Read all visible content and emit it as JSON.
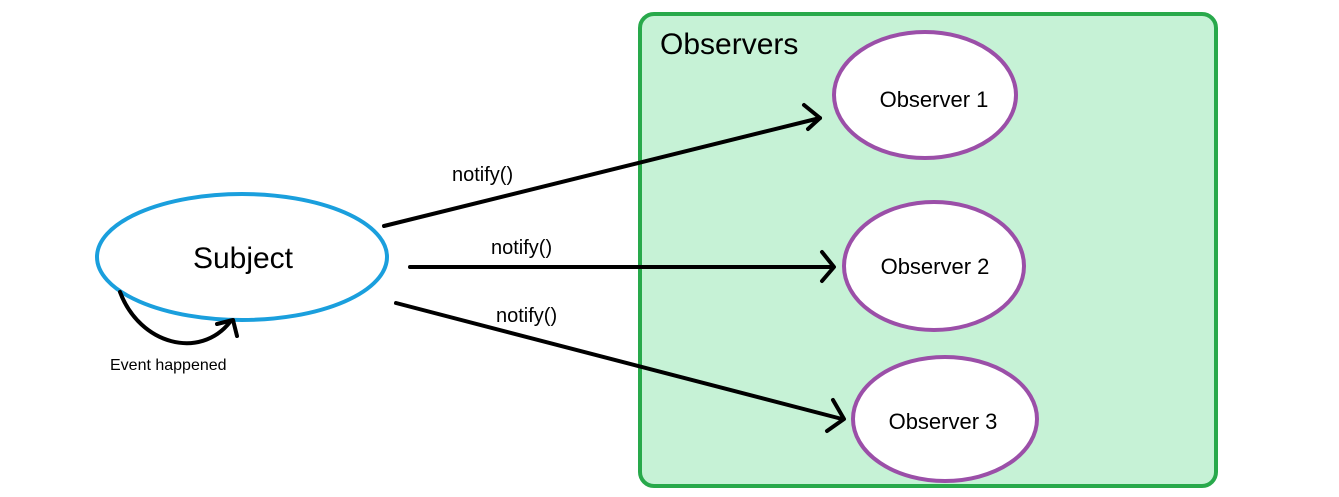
{
  "group": {
    "title": "Observers"
  },
  "subject": {
    "label": "Subject",
    "self_event_label": "Event happened"
  },
  "observers": [
    {
      "label": "Observer 1"
    },
    {
      "label": "Observer 2"
    },
    {
      "label": "Observer 3"
    }
  ],
  "edges": [
    {
      "from": "Subject",
      "to": "Observer 1",
      "label": "notify()"
    },
    {
      "from": "Subject",
      "to": "Observer 2",
      "label": "notify()"
    },
    {
      "from": "Subject",
      "to": "Observer 3",
      "label": "notify()"
    }
  ],
  "colors": {
    "subject_stroke": "#1a9fdd",
    "observer_stroke": "#9b4fa8",
    "group_fill": "#c6f2d6",
    "group_stroke": "#28a94b",
    "arrow": "#000000"
  }
}
